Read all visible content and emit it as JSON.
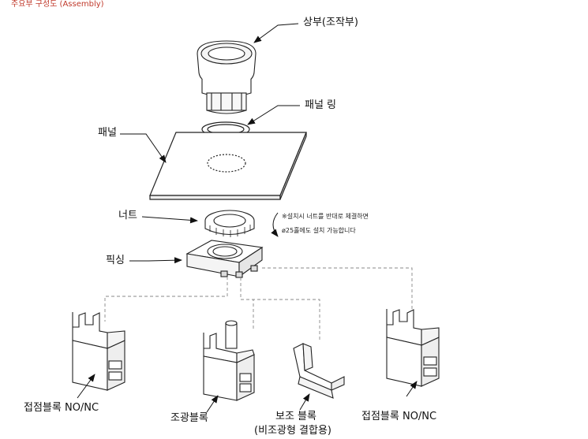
{
  "header": {
    "title": "주요부 구성도 (Assembly)"
  },
  "colors": {
    "accent": "#c0392b",
    "line": "#222222",
    "dash": "#888888"
  },
  "labels": {
    "upper": "상부(조작부)",
    "panel_ring": "패널 링",
    "panel": "패널",
    "nut": "너트",
    "fixing": "픽싱",
    "contact_left": "접점블록 NO/NC",
    "lamp_block": "조광블록",
    "aux_block_line1": "보조 블록",
    "aux_block_line2": "(비조광형 결합용)",
    "contact_right": "접점블록 NO/NC"
  },
  "note": {
    "line1": "※설치시 너트를 반대로 체결하면",
    "line2": "ø25홀에도 설치 가능합니다"
  }
}
